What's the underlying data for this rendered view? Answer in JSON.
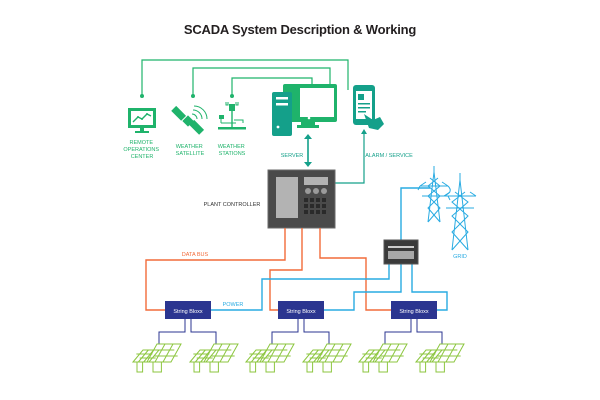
{
  "title": "SCADA System Description & Working",
  "colors": {
    "green": "#1fb36b",
    "teal": "#14a08a",
    "dark_gray": "#4a4a4a",
    "orange": "#f26b3a",
    "blue": "#29abe2",
    "navy": "#2b3590",
    "solar_green": "#8cc63f"
  },
  "nodes": {
    "remote_ops": {
      "label_lines": [
        "REMOTE",
        "OPERATIONS",
        "CENTER"
      ],
      "icon": "monitor-chart-icon"
    },
    "weather_satellite": {
      "label_lines": [
        "WEATHER",
        "SATELLITE"
      ],
      "icon": "satellite-icon"
    },
    "weather_stations": {
      "label_lines": [
        "WEATHER",
        "STATIONS"
      ],
      "icon": "weather-station-icon"
    },
    "server": {
      "label": "SERVER",
      "icon": "server-computer-icon"
    },
    "alarm_service": {
      "label": "ALARM / SERVICE",
      "icon": "smartphone-touch-icon"
    },
    "plant_controller": {
      "label": "PLANT CONTROLLER",
      "icon": "control-panel-icon"
    },
    "grid": {
      "label": "GRID",
      "icon": "transmission-tower-icon"
    },
    "meter": {
      "icon": "meter-box-icon"
    }
  },
  "connections": {
    "data_bus": "DATA BUS",
    "power": "POWER"
  },
  "string_boxes": [
    {
      "label": "String Bloxx"
    },
    {
      "label": "String Bloxx"
    },
    {
      "label": "String Bloxx"
    }
  ],
  "solar_panel_count": 6
}
